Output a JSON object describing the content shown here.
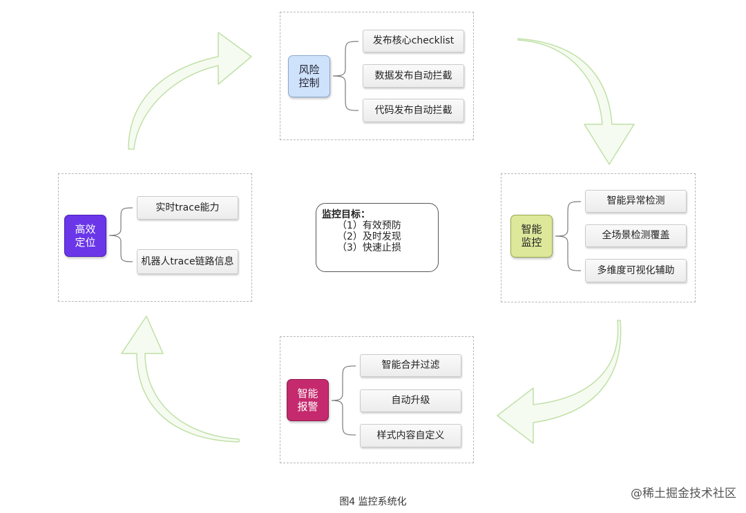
{
  "colors": {
    "arrow_fill": "#f6fbf1",
    "arrow_stroke": "#bfe0a6",
    "risk": "#cfe2fb",
    "monitor": "#dde89a",
    "alarm": "#c42a6d",
    "locate": "#6a36e8"
  },
  "groups": [
    {
      "head": "风险\n控制",
      "items": [
        "发布核心checklist",
        "数据发布自动拦截",
        "代码发布自动拦截"
      ]
    },
    {
      "head": "智能\n监控",
      "items": [
        "智能异常检测",
        "全场景检测覆盖",
        "多维度可视化辅助"
      ]
    },
    {
      "head": "智能\n报警",
      "items": [
        "智能合并过滤",
        "自动升级",
        "样式内容自定义"
      ]
    },
    {
      "head": "高效\n定位",
      "items": [
        "实时trace能力",
        "机器人trace链路信息"
      ]
    }
  ],
  "center": {
    "title": "监控目标：",
    "goals": [
      "（1）有效预防",
      "（2）及时发现",
      "（3）快速止损"
    ]
  },
  "caption": "图4 监控系统化",
  "watermark": "@稀土掘金技术社区"
}
